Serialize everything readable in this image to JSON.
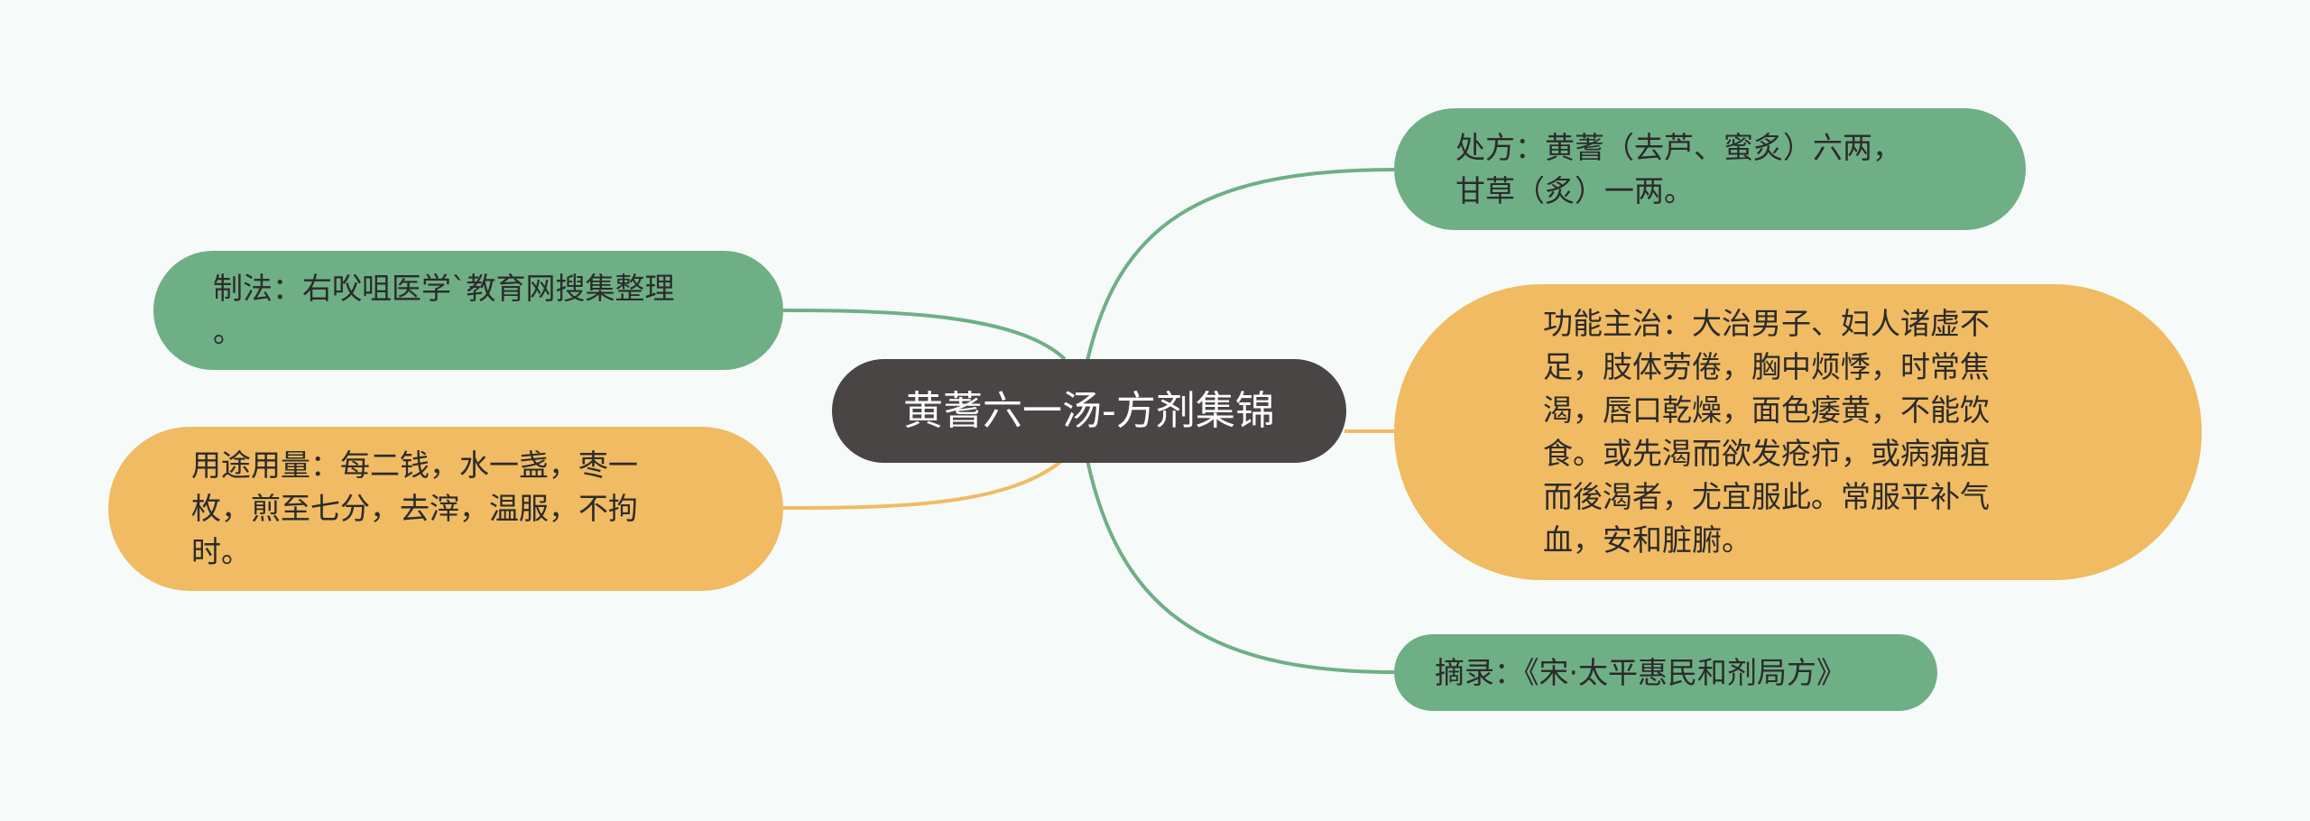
{
  "colors": {
    "background": "#f6fbf9",
    "root": "#4a4545",
    "green": "#6faf86",
    "orange": "#f0bb62"
  },
  "root": {
    "title": "黄蓍六一汤-方剂集锦"
  },
  "nodes": {
    "prescription": {
      "text": "处方：黄蓍（去芦、蜜炙）六两，\n甘草（炙）一两。",
      "color": "green"
    },
    "indications": {
      "text": "功能主治：大治男子、妇人诸虚不\n足，肢体劳倦，胸中烦悸，时常焦\n渴，唇口乾燥，面色痿黄，不能饮\n食。或先渴而欲发疮疖，或病痈疽\n而後渴者，尤宜服此。常服平补气\n血，安和脏腑。",
      "color": "orange"
    },
    "excerpt": {
      "text": "摘录：《宋·太平惠民和剂局方》",
      "color": "green"
    },
    "preparation": {
      "text": "制法：右㕮咀医学`教育网搜集整理\n。",
      "color": "green"
    },
    "usage": {
      "text": "用途用量：每二钱，水一盏，枣一\n枚，煎至七分，去滓，温服，不拘\n时。",
      "color": "orange"
    }
  }
}
